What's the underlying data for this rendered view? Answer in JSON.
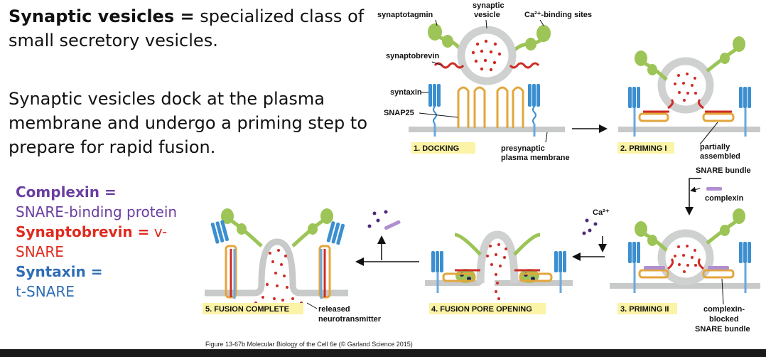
{
  "text": {
    "p1_bold": "Synaptic vesicles =",
    "p1_rest": " specialized class of small secretory vesicles.",
    "p2": "Synaptic vesicles dock at the plasma membrane and undergo a priming step to prepare for rapid fusion.",
    "complexin_term": "Complexin =",
    "complexin_def": "SNARE-binding protein",
    "synaptobrevin_term": "Synaptobrevin =",
    "synaptobrevin_def": " v-SNARE",
    "syntaxin_term": "Syntaxin =",
    "syntaxin_def": "t-SNARE"
  },
  "labels": {
    "synaptotagmin": "synaptotagmin",
    "synaptic": "synaptic",
    "vesicle": "vesicle",
    "ca_binding": "Ca²⁺-binding sites",
    "synaptobrevin": "synaptobrevin",
    "syntaxin": "syntaxin",
    "snap25": "SNAP25",
    "presynaptic1": "presynaptic",
    "presynaptic2": "plasma membrane",
    "partially": "partially",
    "assembled": "assembled",
    "snare_bundle": "SNARE bundle",
    "complexin": "complexin",
    "ca2": "Ca²⁺",
    "released": "released",
    "neurotransmitter": "neurotransmitter",
    "complexin_blocked1": "complexin-",
    "complexin_blocked2": "blocked",
    "complexin_blocked3": "SNARE bundle"
  },
  "steps": {
    "s1": "1. DOCKING",
    "s2": "2. PRIMING I",
    "s3": "3. PRIMING II",
    "s4": "4. FUSION PORE OPENING",
    "s5": "5. FUSION COMPLETE"
  },
  "figure_caption": "Figure 13-67b  Molecular Biology of the Cell 6e (© Garland Science 2015)",
  "colors": {
    "membrane": "#c8c9c9",
    "vesicle": "#cfd0d0",
    "syntaxin": "#3b8fd0",
    "snap25": "#e3a63c",
    "synaptobrevin": "#cf2b25",
    "synaptotagmin": "#9cc456",
    "complexin": "#b08fd0",
    "highlight": "#fbf3a5",
    "text_purple": "#6b3fa0",
    "text_red": "#e02a1f",
    "text_blue": "#2f6db5"
  }
}
